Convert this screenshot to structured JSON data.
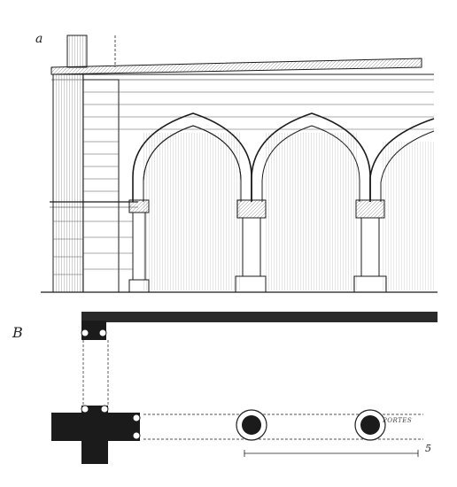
{
  "labels": {
    "elevation_mark": "a",
    "plan_mark": "B",
    "scale_end": "5",
    "plan_note": "PORTES"
  },
  "colors": {
    "ink": "#1b1b1b",
    "hatch": "#6a6a6a",
    "paper": "#ffffff"
  }
}
